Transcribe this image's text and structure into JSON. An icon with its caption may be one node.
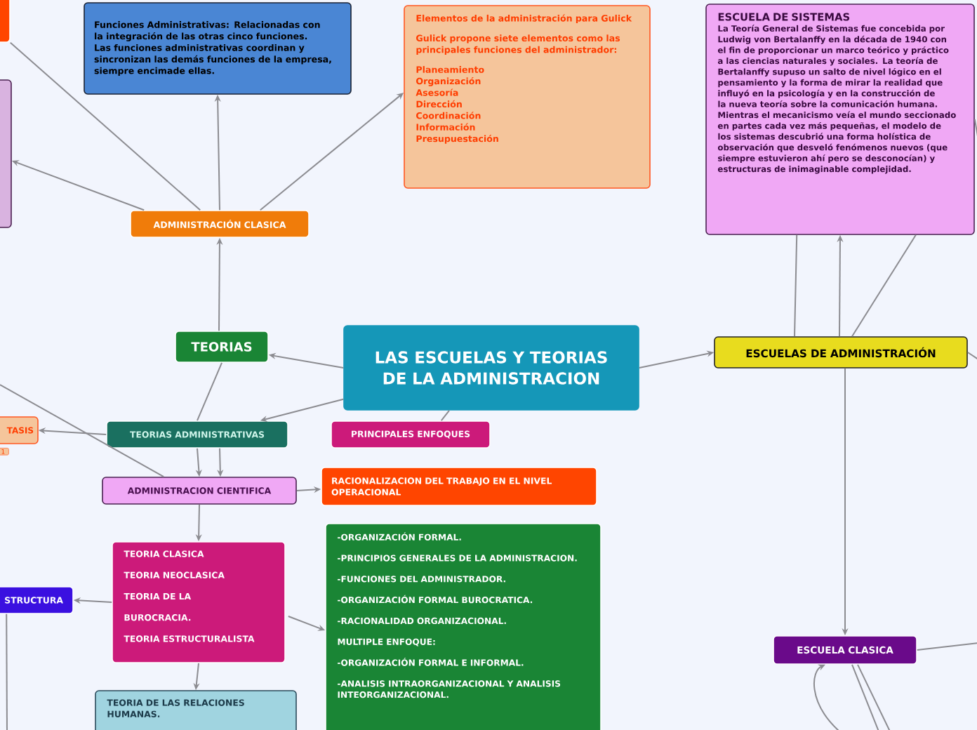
{
  "diagram": {
    "nodes": [
      {
        "text": [
          "LAS ESCUELAS Y TEORIAS DE LA ADMINISTRACION"
        ]
      },
      {
        "text": [
          "TEORIAS"
        ]
      },
      {
        "text": [
          "ADMINISTRACIÓN  CLASICA"
        ]
      },
      {
        "text": [
          "Funciones Administrativas: Relacionadas con la integración de las otras cinco funciones. Las funciones administrativas coordinan y sincronizan las demás funciones de la empresa, siempre encimade ellas."
        ]
      },
      {
        "text": [],
        "shape": "box"
      },
      {
        "text": [],
        "shape": "box"
      },
      {
        "text": [
          "Elementos de la administración para Gulick",
          "Gulick propone siete elementos como las principales funciones del administrador:",
          "Planeamiento",
          "Organización",
          "Asesoría",
          "Dirección",
          "Coordinación",
          "Información",
          "Presupuestación"
        ]
      },
      {
        "text": [
          "ESCUELA DE SISTEMAS",
          "La Teoría General de Sistemas fue concebida por Ludwig von Bertalanffy en la década de 1940 con el fin de proporcionar un marco teórico y práctico a las ciencias naturales y sociales. La teoría de Bertalanffy supuso un salto de nivel lógico en el pensamiento y la forma de mirar la realidad que influyó en la psicología y en la construcción de la nueva teoría sobre la comunicación humana. Mientras el mecanicismo veía el mundo seccionado en partes cada vez más pequeñas, el modelo de los sistemas descubrió una forma holística de observación que desveló fenómenos nuevos (que siempre estuvieron ahí pero se desconocían) y estructuras de inimaginable complejidad."
        ]
      },
      {
        "text": [
          "ESCUELAS DE ADMINISTRACIÓN"
        ]
      },
      {
        "text": [
          "TEORIAS ADMINISTRATIVAS"
        ]
      },
      {
        "text": [
          "PRINCIPALES ENFOQUES"
        ]
      },
      {
        "text": [
          "TASIS"
        ],
        "beside": [
          "1"
        ]
      },
      {
        "text": [
          "ADMINISTRACION CIENTIFICA"
        ]
      },
      {
        "text": [
          "RACIONALIZACION DEL TRABAJO EN EL NIVEL OPERACIONAL"
        ]
      },
      {
        "text": [
          "TEORIA CLASICA",
          "TEORIA NEOCLASICA",
          "TEORIA DE LA",
          "BUROCRACIA.",
          "TEORIA ESTRUCTURALISTA"
        ]
      },
      {
        "text": [
          "-ORGANIZACIÓN FORMAL.",
          "-PRINCIPIOS GENERALES DE LA ADMINISTRACION.",
          "-FUNCIONES DEL ADMINISTRADOR.",
          "-ORGANIZACIÓN FORMAL BUROCRATICA.",
          "-RACIONALIDAD ORGANIZACIONAL.",
          "MULTIPLE ENFOQUE:",
          "-ORGANIZACIÓN FORMAL E INFORMAL.",
          "-ANALISIS INTRAORGANIZACIONAL Y ANALISIS INTEORGANIZACIONAL."
        ]
      },
      {
        "text": [
          "STRUCTURA"
        ]
      },
      {
        "text": [
          "TEORIA DE LAS RELACIONES HUMANAS."
        ]
      },
      {
        "text": [
          "ESCUELA CLASICA"
        ]
      }
    ],
    "edges": [
      {
        "from": 0,
        "to": 1,
        "arrow": "to"
      },
      {
        "from": 0,
        "to": 9,
        "arrow": "to"
      },
      {
        "from": 0,
        "to": 10,
        "arrow": "none"
      },
      {
        "from": 0,
        "to": 8,
        "arrow": "to"
      },
      {
        "from": 1,
        "to": 2,
        "arrow": "to"
      },
      {
        "from": 2,
        "to": 3,
        "arrow": "to"
      },
      {
        "from": 2,
        "to": 6,
        "arrow": "to"
      },
      {
        "from": 2,
        "to": 5,
        "arrow": "to"
      },
      {
        "from": 2,
        "to": 4,
        "arrow": "none"
      },
      {
        "from": 1,
        "to": 9,
        "arrow": "none"
      },
      {
        "from": 9,
        "to": 12,
        "arrow": "to"
      },
      {
        "from": 9,
        "to": 12,
        "arrow": "to"
      },
      {
        "from": 9,
        "to": 11,
        "arrow": "to"
      },
      {
        "from": 12,
        "to": null,
        "arrow": "none"
      },
      {
        "from": 12,
        "to": 13,
        "arrow": "to"
      },
      {
        "from": 12,
        "to": 14,
        "arrow": "to"
      },
      {
        "from": 14,
        "to": 16,
        "arrow": "to"
      },
      {
        "from": 14,
        "to": 15,
        "arrow": "to"
      },
      {
        "from": 14,
        "to": 17,
        "arrow": "to"
      },
      {
        "from": 16,
        "to": null,
        "arrow": "none"
      },
      {
        "from": 8,
        "to": 7,
        "arrow": "none"
      },
      {
        "from": 8,
        "to": 7,
        "arrow": "to"
      },
      {
        "from": 8,
        "to": 7,
        "arrow": "none"
      },
      {
        "from": 8,
        "to": 18,
        "arrow": "to"
      },
      {
        "from": 8,
        "to": null,
        "arrow": "none"
      },
      {
        "from": 7,
        "to": null,
        "arrow": "none"
      },
      {
        "from": 18,
        "to": null,
        "arrow": "none"
      },
      {
        "from": null,
        "to": 18,
        "arrow": "to"
      },
      {
        "from": 18,
        "to": null,
        "arrow": "none"
      },
      {
        "from": 18,
        "to": null,
        "arrow": "none"
      }
    ]
  }
}
